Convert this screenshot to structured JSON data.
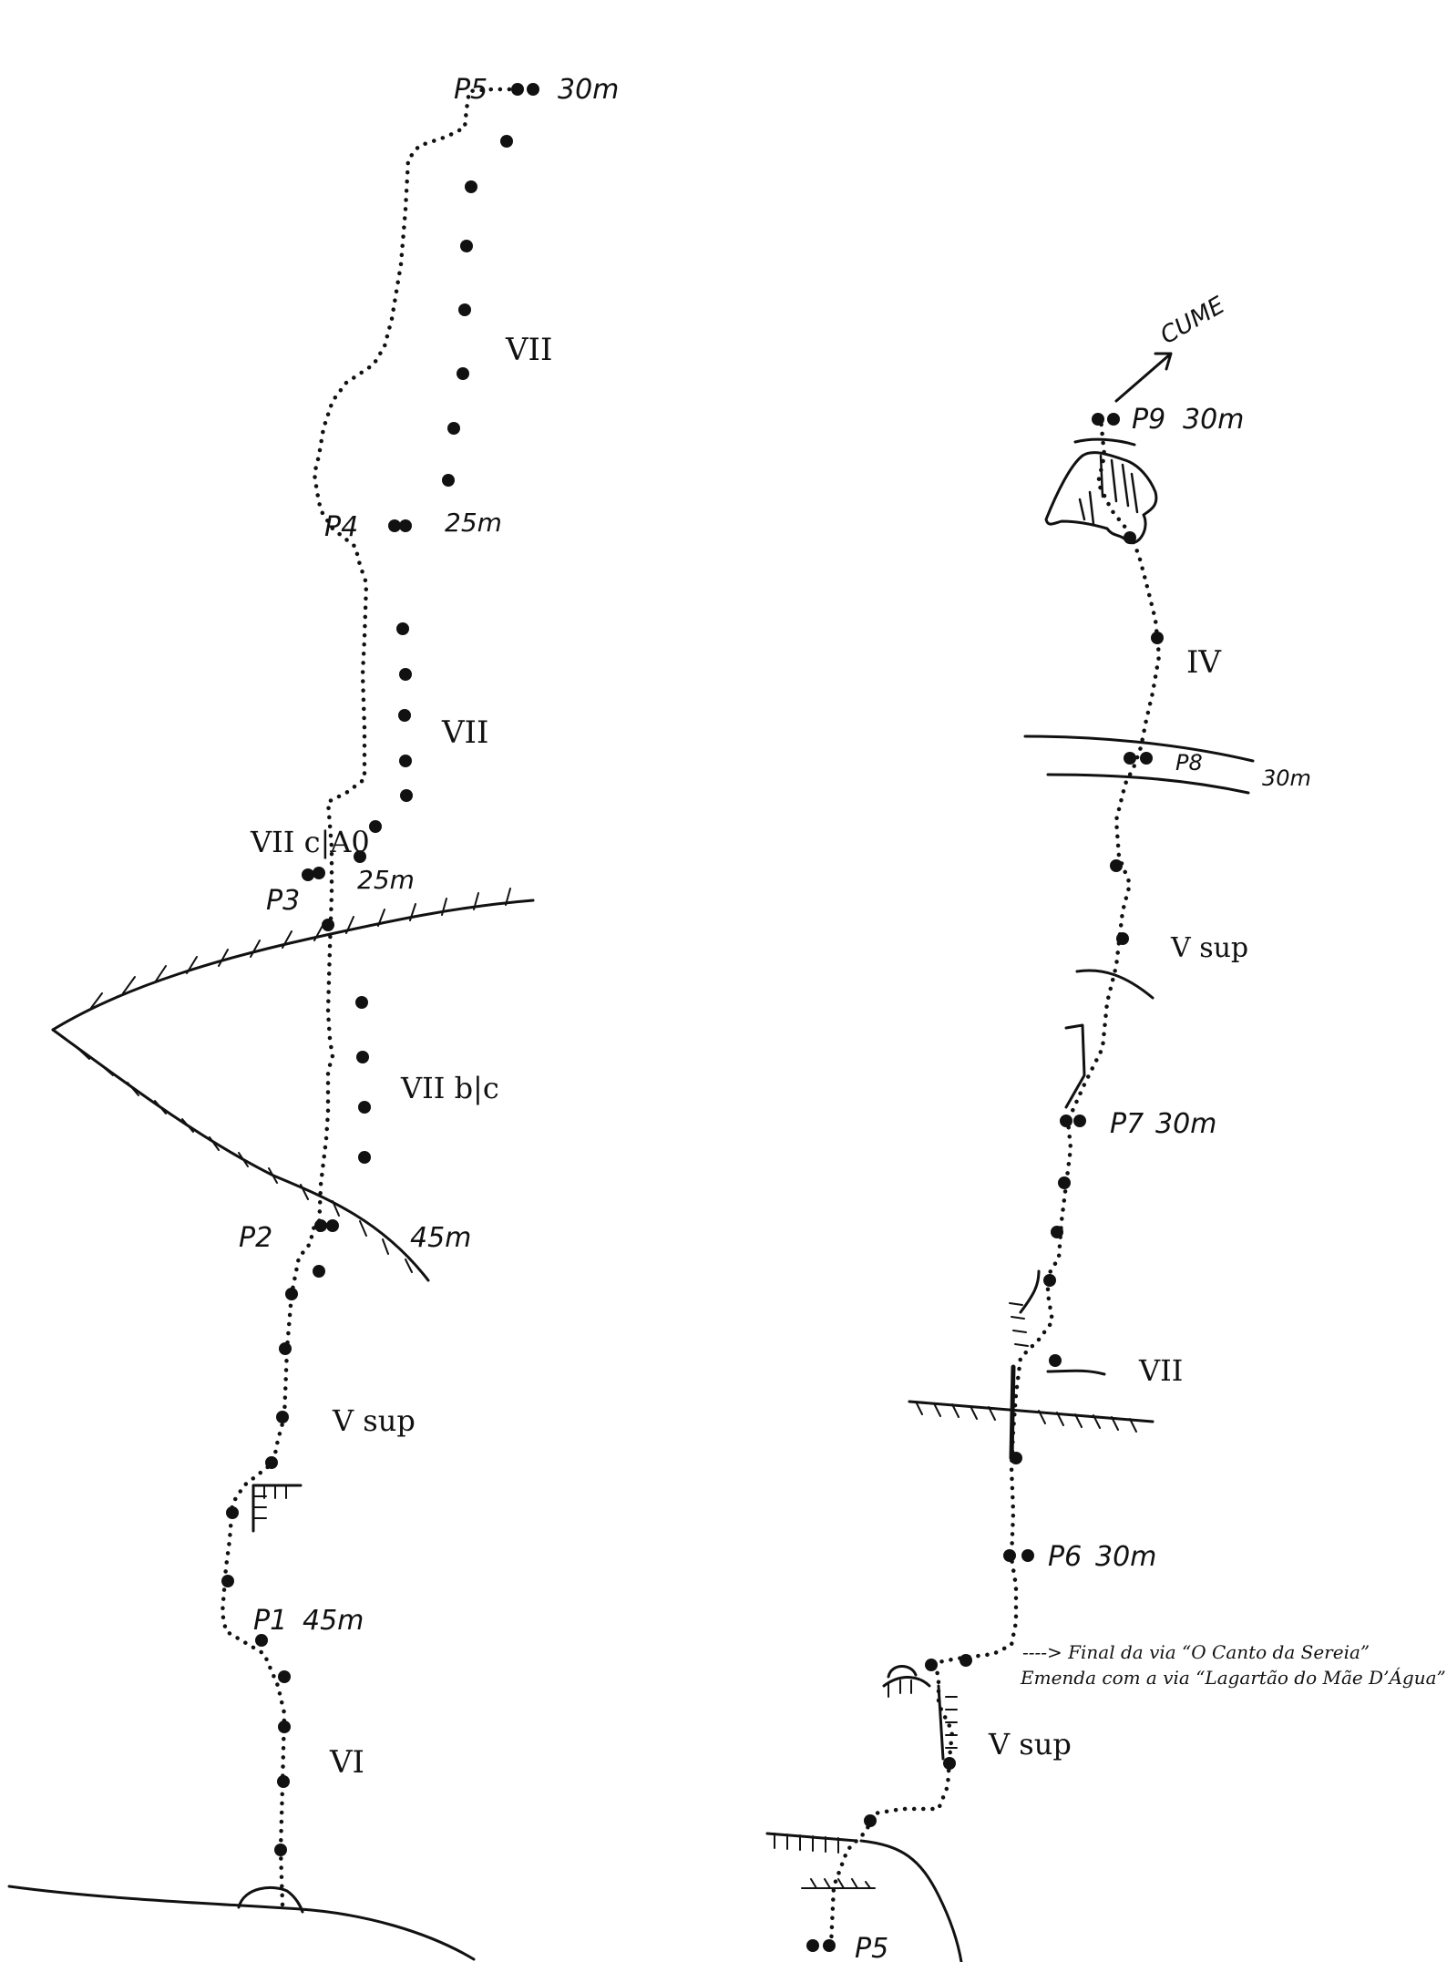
{
  "left_route": {
    "stations": [
      {
        "label": "P5",
        "length": "30m"
      },
      {
        "label": "P4",
        "length": "25m"
      },
      {
        "label": "P3",
        "length": "25m"
      },
      {
        "label": "P2",
        "length": "45m"
      },
      {
        "label": "P1",
        "length": "45m"
      }
    ],
    "grades": [
      "VII",
      "VII",
      "VII c|A0",
      "VII b|c",
      "V sup",
      "VI"
    ]
  },
  "right_route": {
    "summit": "CUME",
    "stations": [
      {
        "label": "P9",
        "length": "30m"
      },
      {
        "label": "P8",
        "length": "30m"
      },
      {
        "label": "P7",
        "length": "30m"
      },
      {
        "label": "P6",
        "length": "30m"
      },
      {
        "label": "P5",
        "length": ""
      }
    ],
    "grades": [
      "IV",
      "V sup",
      "VII",
      "V sup"
    ],
    "note_line1": "----> Final da via “O Canto da Sereia”",
    "note_line2": "Emenda com a via “Lagartão do Mãe D’Água”"
  }
}
